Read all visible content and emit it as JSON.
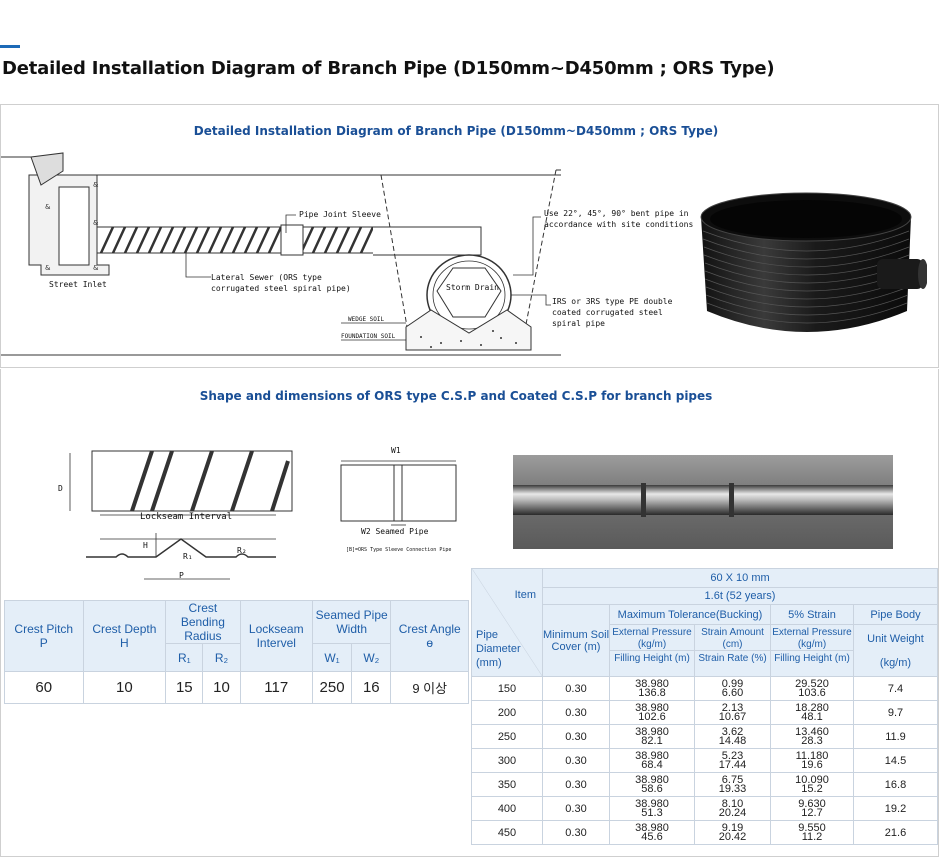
{
  "page": {
    "title": "Detailed Installation Diagram of Branch Pipe (D150mm~D450mm ; ORS Type)",
    "accent_color": "#1d6ab7"
  },
  "diagram1": {
    "title": "Detailed Installation Diagram of Branch Pipe (D150mm~D450mm ; ORS Type)",
    "labels": {
      "street_inlet": "Street Inlet",
      "pipe_joint_sleeve": "Pipe Joint Sleeve",
      "lateral_sewer_1": "Lateral Sewer (ORS type",
      "lateral_sewer_2": "corrugated steel spiral pipe)",
      "bent_pipe_1": "Use 22°, 45°, 90° bent pipe in",
      "bent_pipe_2": "accordance with site conditions",
      "storm_drain": "Storm Drain",
      "irs_1": "IRS or 3RS type PE double",
      "irs_2": "coated corrugated steel",
      "irs_3": "spiral pipe",
      "wedge_soil": "WEDGE SOIL",
      "foundation_soil": "FOUNDATION SOIL"
    }
  },
  "diagram2": {
    "title": "Shape and dimensions of ORS type C.S.P and Coated C.S.P for branch pipes",
    "labels": {
      "d": "D",
      "lockseam_interval": "Lockseam Interval",
      "h": "H",
      "r1": "R₁",
      "r2": "R₂",
      "p": "P",
      "w1": "W1",
      "w2_seamed": "W2 Seamed Pipe",
      "sleeve_note": "[B]=ORS Type Sleeve Connection Pipe"
    }
  },
  "crest_table": {
    "headers": {
      "crest_pitch": "Crest Pitch",
      "crest_pitch_sym": "P",
      "crest_depth": "Crest Depth",
      "crest_depth_sym": "H",
      "bending_radius": "Crest Bending Radius",
      "r1": "R₁",
      "r2": "R₂",
      "lockseam": "Lockseam",
      "lockseam_sub": "Intervel",
      "seamed_width": "Seamed Pipe Width",
      "w1": "W₁",
      "w2": "W₂",
      "crest_angle": "Crest Angle",
      "crest_angle_sym": "ɵ"
    },
    "values": {
      "p": "60",
      "h": "10",
      "r1": "15",
      "r2": "10",
      "lockseam": "117",
      "w1": "250",
      "w2": "16",
      "angle": "9 이상"
    }
  },
  "spec_table": {
    "headers": {
      "item": "Item",
      "pipe_diameter": "Pipe Diameter (mm)",
      "size": "60 X 10 mm",
      "thickness": "1.6t (52 years)",
      "min_cover": "Minimum Soil Cover (m)",
      "max_tol": "Maximum Tolerance(Bucking)",
      "strain5": "5% Strain",
      "pipe_body": "Pipe Body",
      "ext_pressure": "External Pressure (kg/m)",
      "strain_amount": "Strain Amount (cm)",
      "ext_pressure2": "External Pressure (kg/m)",
      "unit_weight": "Unit Weight",
      "filling_height": "Filling Height (m)",
      "strain_rate": "Strain Rate (%)",
      "filling_height2": "Filling Height (m)",
      "kgm": "(kg/m)"
    },
    "rows": [
      {
        "d": "150",
        "cover": "0.30",
        "ep": "38.980",
        "fh": "136.8",
        "sa": "0.99",
        "sr": "6.60",
        "ep2": "29.520",
        "fh2": "103.6",
        "w": "7.4"
      },
      {
        "d": "200",
        "cover": "0.30",
        "ep": "38.980",
        "fh": "102.6",
        "sa": "2.13",
        "sr": "10.67",
        "ep2": "18.280",
        "fh2": "48.1",
        "w": "9.7"
      },
      {
        "d": "250",
        "cover": "0.30",
        "ep": "38.980",
        "fh": "82.1",
        "sa": "3.62",
        "sr": "14.48",
        "ep2": "13.460",
        "fh2": "28.3",
        "w": "11.9"
      },
      {
        "d": "300",
        "cover": "0.30",
        "ep": "38.980",
        "fh": "68.4",
        "sa": "5.23",
        "sr": "17.44",
        "ep2": "11.180",
        "fh2": "19.6",
        "w": "14.5"
      },
      {
        "d": "350",
        "cover": "0.30",
        "ep": "38.980",
        "fh": "58.6",
        "sa": "6.75",
        "sr": "19.33",
        "ep2": "10.090",
        "fh2": "15.2",
        "w": "16.8"
      },
      {
        "d": "400",
        "cover": "0.30",
        "ep": "38.980",
        "fh": "51.3",
        "sa": "8.10",
        "sr": "20.24",
        "ep2": "9.630",
        "fh2": "12.7",
        "w": "19.2"
      },
      {
        "d": "450",
        "cover": "0.30",
        "ep": "38.980",
        "fh": "45.6",
        "sa": "9.19",
        "sr": "20.42",
        "ep2": "9.550",
        "fh2": "11.2",
        "w": "21.6"
      }
    ]
  }
}
